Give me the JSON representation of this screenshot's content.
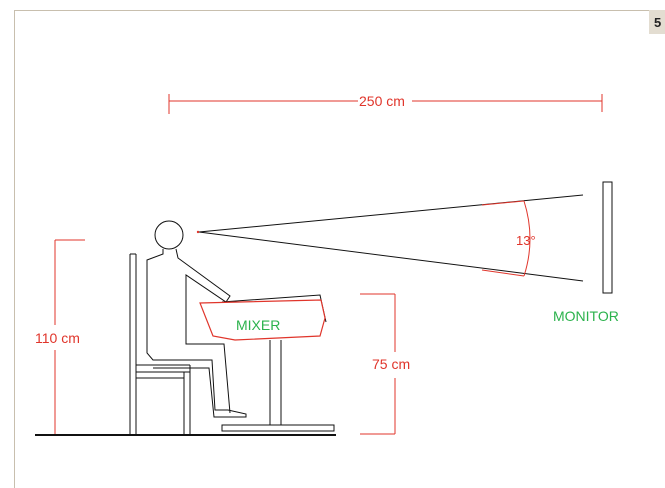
{
  "page": {
    "tab_label": "5"
  },
  "dimensions": {
    "distance_label": "250 cm",
    "eye_height_label": "110 cm",
    "desk_height_label": "75 cm",
    "view_angle_label": "13°"
  },
  "objects": {
    "mixer_label": "MIXER",
    "monitor_label": "MONITOR"
  },
  "colors": {
    "background": "#ffffff",
    "frame_border": "#c8bfae",
    "tab_fill": "#e3ddd1",
    "dimension_red": "#e0352b",
    "object_green": "#2bb24c",
    "line_black": "#111111"
  }
}
